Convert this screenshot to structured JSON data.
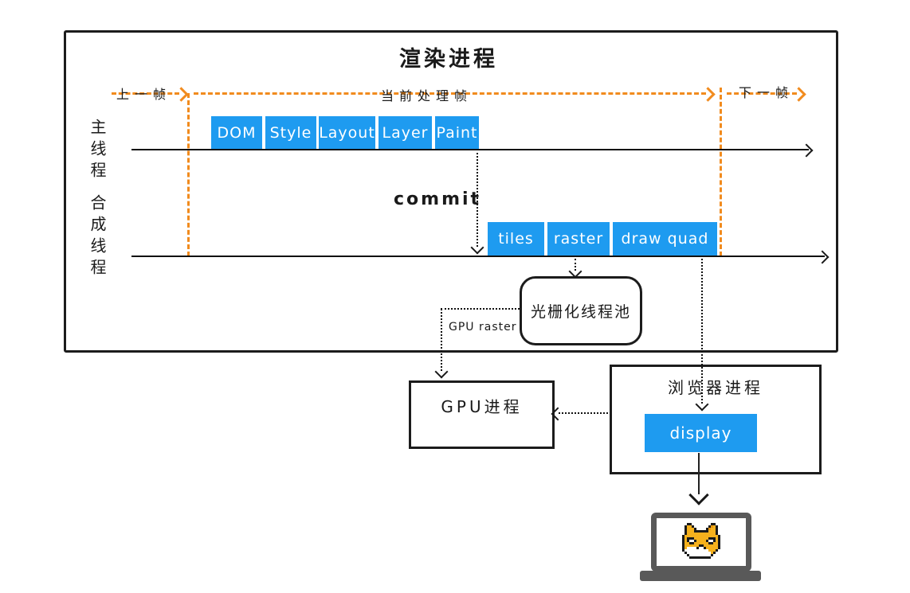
{
  "colors": {
    "accent_blue": "#1e9bf0",
    "accent_orange": "#f18b1e",
    "ink": "#1a1a1a",
    "laptop_gray": "#595959"
  },
  "render_process": {
    "title": "渲染进程",
    "timeline": {
      "prev_frame": "上一帧",
      "current_frame": "当前处理帧",
      "next_frame": "下一帧"
    },
    "main_thread": {
      "label": "主线程",
      "stages": [
        "DOM",
        "Style",
        "Layout",
        "Layer",
        "Paint"
      ]
    },
    "commit_label": "commit",
    "compositor_thread": {
      "label": "合成线程",
      "stages": [
        "tiles",
        "raster",
        "draw quad"
      ]
    },
    "raster_pool": {
      "label": "光栅化线程池"
    },
    "gpu_raster_label": "GPU raster"
  },
  "gpu_process": {
    "label": "GPU进程"
  },
  "browser_process": {
    "label": "浏览器进程",
    "display_label": "display"
  },
  "laptop": {
    "icon": "doge-icon"
  }
}
